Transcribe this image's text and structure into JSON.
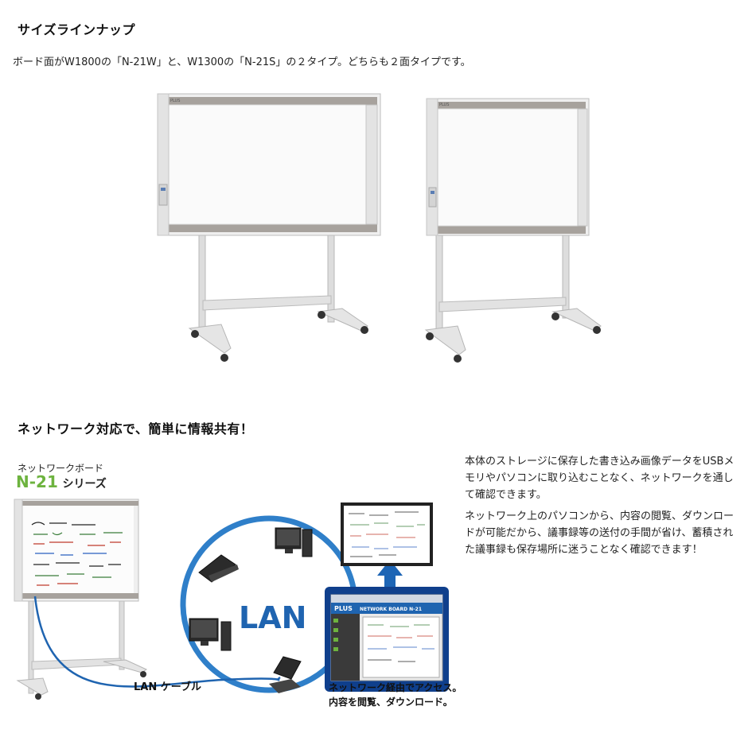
{
  "section1": {
    "title": "サイズラインナップ",
    "intro": "ボード面がW1800の「N-21W」と、W1300の「N-21S」の２タイプ。どちらも２面タイプです。"
  },
  "boards": {
    "large_logo": "PLUS",
    "small_logo": "PLUS"
  },
  "section2": {
    "title": "ネットワーク対応で、簡単に情報共有！",
    "product_caption_small": "ネットワークボード",
    "product_caption_model": "N-21",
    "product_caption_series": "シリーズ",
    "lan_label": "LAN",
    "cable_label": "LAN ケーブル",
    "browser_logo": "PLUS",
    "browser_title": "NETWORK BOARD N-21",
    "access_line1": "ネットワーク経由でアクセス。",
    "access_line2": "内容を閲覧、ダウンロード。",
    "desc_p1": "本体のストレージに保存した書き込み画像データをUSBメモリやパソコンに取り込むことなく、ネットワークを通して確認できます。",
    "desc_p2": "ネットワーク上のパソコンから、内容の閲覧、ダウンロードが可能だから、議事録等の送付の手間が省け、蓄積された議事録も保存場所に迷うことなく確認できます！"
  },
  "colors": {
    "accent_green": "#6db33f",
    "circle_blue": "#2f7fc9",
    "lan_blue": "#1f64b0",
    "navy": "#0f3f8c",
    "arrow_blue": "#1d65b5"
  }
}
